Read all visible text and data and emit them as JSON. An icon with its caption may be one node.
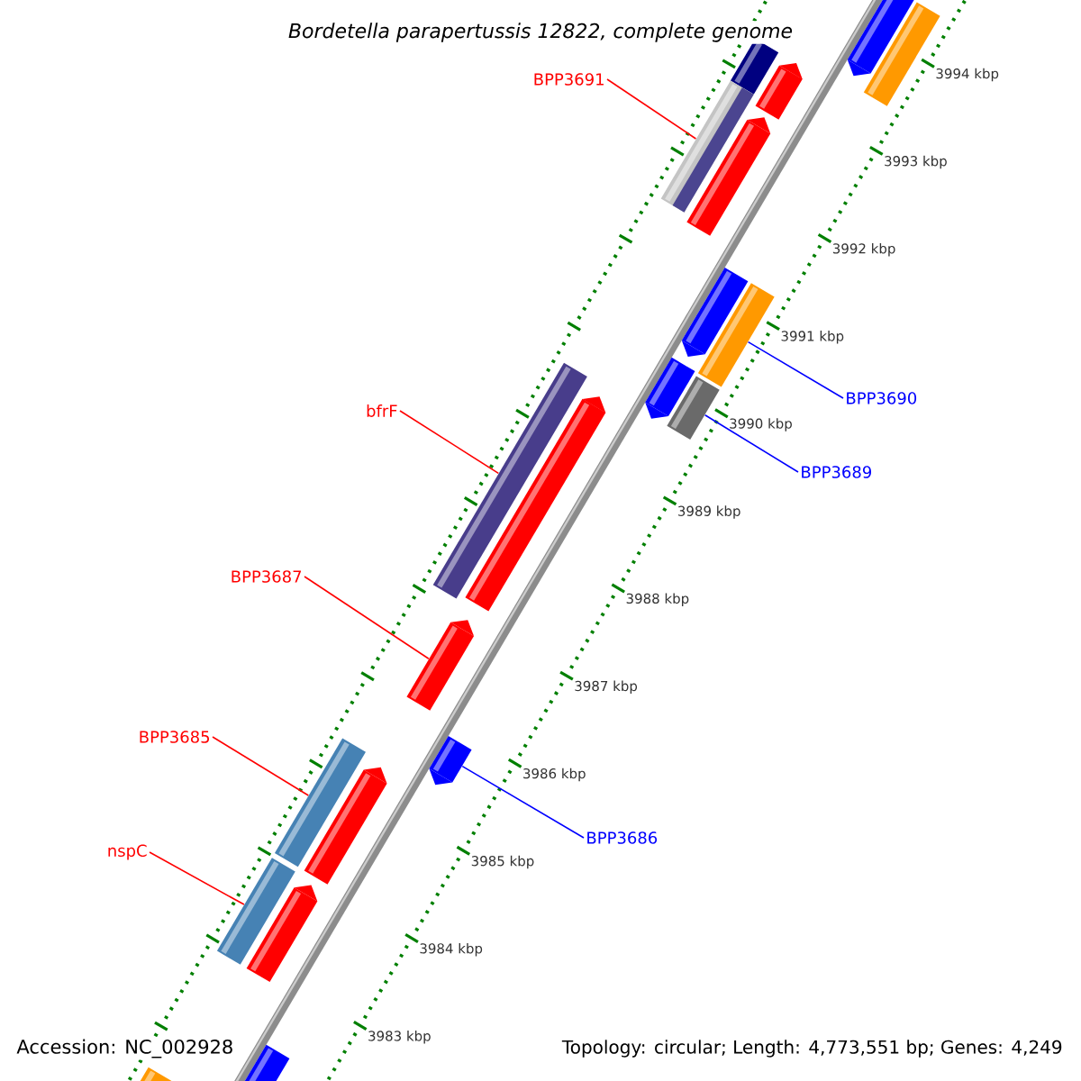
{
  "diagram": {
    "title": "Bordetella parapertussis 12822, complete genome",
    "nodes": [
      {
        "text": [
          "BPP3691"
        ]
      },
      {
        "text": [
          "BPP3690"
        ]
      },
      {
        "text": [
          "bfrF"
        ]
      },
      {
        "text": [
          "BPP3689"
        ]
      },
      {
        "text": [
          "BPP3687"
        ]
      },
      {
        "text": [
          "BPP3685"
        ]
      },
      {
        "text": [
          "BPP3686"
        ]
      },
      {
        "text": [
          "nspC"
        ]
      },
      {
        "text": [],
        "shape": "arrow"
      },
      {
        "text": [],
        "shape": "bar"
      },
      {
        "text": [],
        "shape": "bar"
      },
      {
        "text": [],
        "shape": "arrow"
      },
      {
        "text": [],
        "shape": "bar"
      },
      {
        "text": [],
        "shape": "arrow"
      },
      {
        "text": [],
        "shape": "arrow"
      },
      {
        "text": [],
        "shape": "bar"
      },
      {
        "text": [],
        "shape": "arrow"
      },
      {
        "text": [],
        "shape": "bar"
      },
      {
        "text": [],
        "shape": "bar"
      },
      {
        "text": [],
        "shape": "arrow"
      },
      {
        "text": [],
        "shape": "arrow"
      },
      {
        "text": [],
        "shape": "arrow"
      },
      {
        "text": [],
        "shape": "bar"
      },
      {
        "text": [],
        "shape": "arrow"
      },
      {
        "text": [],
        "shape": "bar"
      },
      {
        "text": [],
        "shape": "arrow"
      },
      {
        "text": [],
        "shape": "arrow"
      },
      {
        "text": [],
        "shape": "bar"
      }
    ],
    "edges": [
      {
        "from": 0,
        "to": 12,
        "arrow": "none"
      },
      {
        "from": 1,
        "to": 15,
        "arrow": "none",
        "color": "#0000ff"
      },
      {
        "from": 2,
        "to": 18,
        "arrow": "none"
      },
      {
        "from": 3,
        "to": 17,
        "arrow": "none",
        "color": "#0000ff"
      },
      {
        "from": 4,
        "to": 20,
        "arrow": "none"
      },
      {
        "from": 5,
        "to": 22,
        "arrow": "none"
      },
      {
        "from": 6,
        "to": 21,
        "arrow": "none",
        "color": "#0000ff"
      },
      {
        "from": 7,
        "to": 24,
        "arrow": "none"
      }
    ],
    "labels": [
      "3994 kbp",
      "3993 kbp",
      "3992 kbp",
      "3991 kbp",
      "3990 kbp",
      "3989 kbp",
      "3988 kbp",
      "3987 kbp",
      "3986 kbp",
      "3985 kbp",
      "3984 kbp",
      "3983 kbp",
      "Accession: NC_002928",
      "Topology: circular; Length: 4,773,551 bp; Genes: 4,249"
    ]
  }
}
